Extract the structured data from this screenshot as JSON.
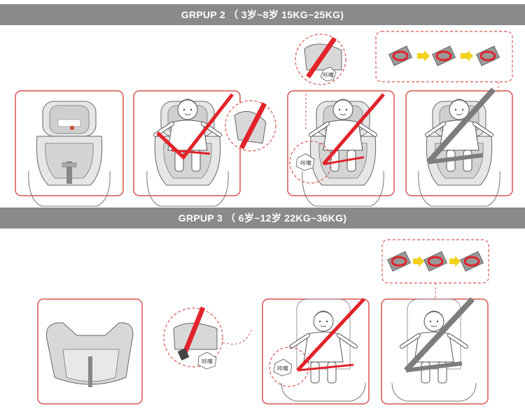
{
  "group2": {
    "title": "GRPUP 2 （ 3岁~8岁 15KG~25KG)",
    "click_label_top": "咔嚓",
    "click_label_mid": "咔嚓"
  },
  "group3": {
    "title": "GRPUP 3 （ 6岁~12岁 22KG~36KG)",
    "click_label_left": "咔嚓",
    "click_label_right": "咔嚓"
  },
  "colors": {
    "band": "#8a8a8a",
    "frame": "#d9534f",
    "belt": "#e2232a",
    "belt_gray": "#7d7d7d",
    "arrow": "#f2d21b"
  }
}
